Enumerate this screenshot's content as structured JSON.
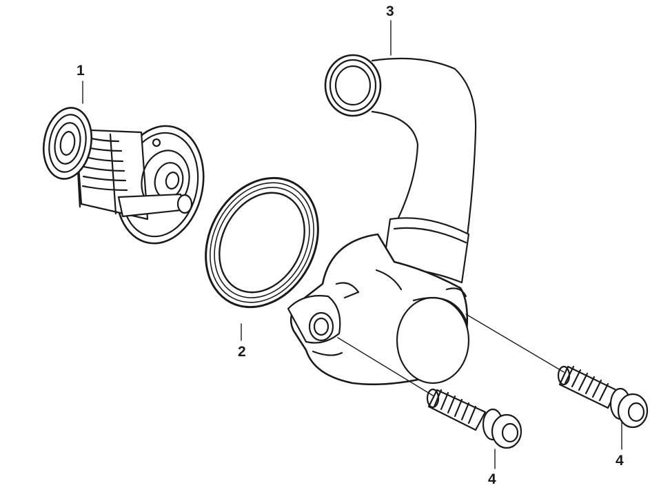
{
  "diagram": {
    "callouts": [
      {
        "number": "1",
        "part": "thermostat"
      },
      {
        "number": "2",
        "part": "seal-ring"
      },
      {
        "number": "3",
        "part": "thermostat-housing"
      },
      {
        "number": "4",
        "part": "bolt"
      },
      {
        "number": "4",
        "part": "bolt"
      }
    ]
  }
}
